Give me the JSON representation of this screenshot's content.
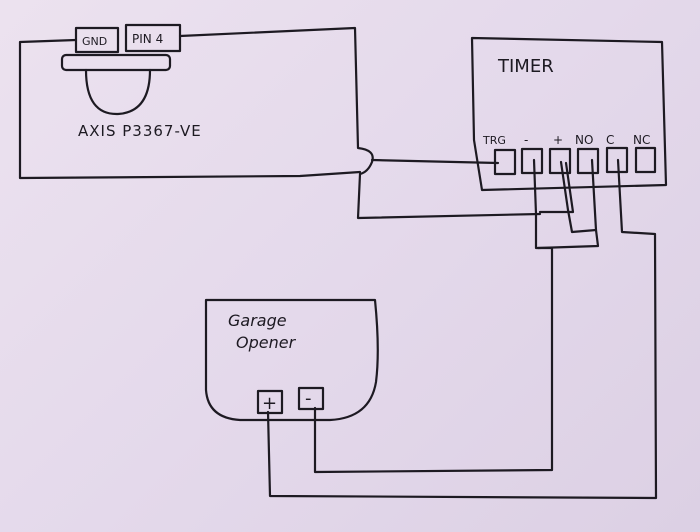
{
  "camera": {
    "label": "AXIS P3367-VE",
    "gnd": "GND",
    "pin": "PIN 4"
  },
  "timer": {
    "label": "TIMER",
    "terminals": [
      "TRG",
      "-",
      "+",
      "NO",
      "C",
      "NC"
    ]
  },
  "opener": {
    "line1": "Garage",
    "line2": "Opener",
    "plus": "+",
    "minus": "-"
  }
}
